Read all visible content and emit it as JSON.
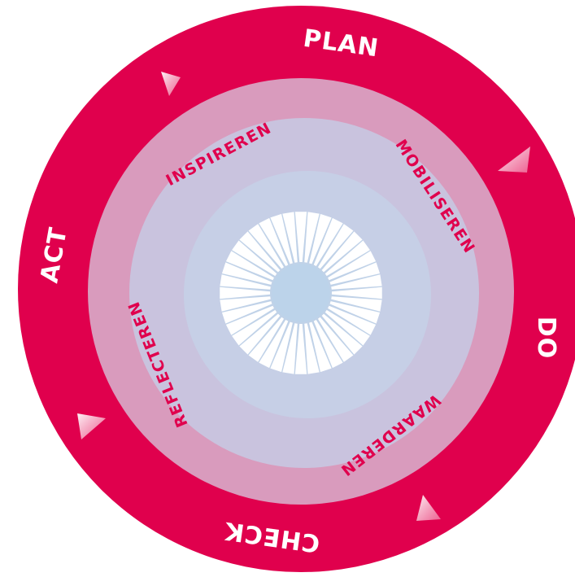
{
  "colors": {
    "outer_ring": "#e0004d",
    "middle_ring": "#d99bbd",
    "inner_ring": "#c9c3de",
    "core_disc": "#c6cfe6",
    "center": "#bcd3ea",
    "inner_text": "#e0004d",
    "outer_text": "#ffffff",
    "sunburst": "#ffffff"
  },
  "outer_cycle": {
    "plan": "PLAN",
    "do": "DO",
    "check": "CHECK",
    "act": "ACT"
  },
  "inner_cycle": {
    "inspireren": "INSPIREREN",
    "mobiliseren": "MOBILISEREN",
    "waarderen": "WAARDEREN",
    "reflecteren": "REFLECTEREN"
  },
  "center_icon": "sunburst-icon",
  "arrow_icon": "triangle-arrow-icon"
}
